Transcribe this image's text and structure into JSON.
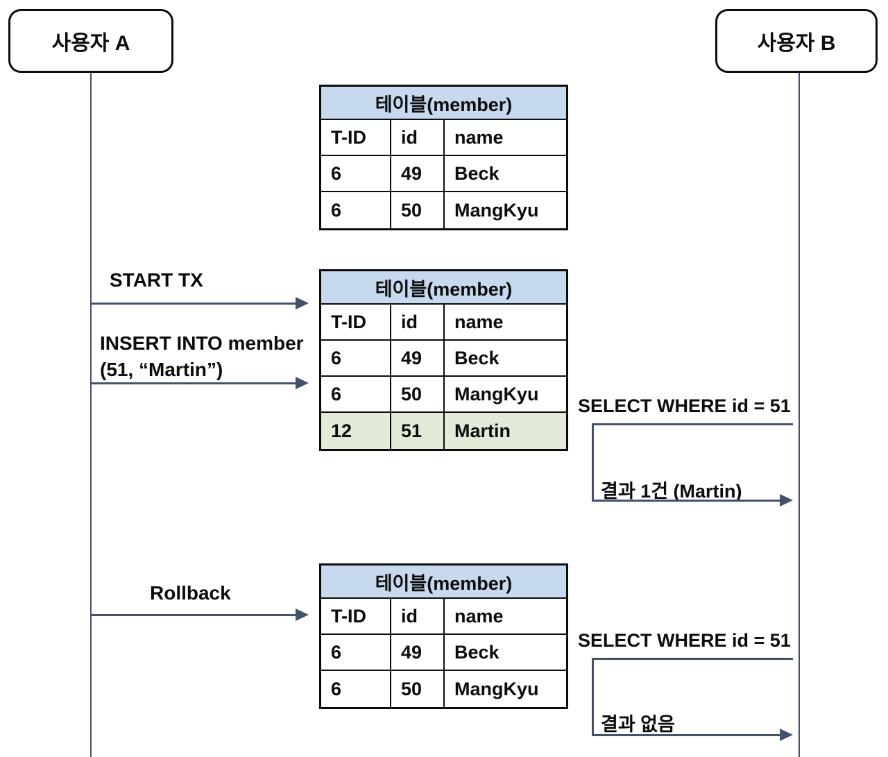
{
  "diagram": {
    "actors": {
      "a": {
        "label": "사용자 A"
      },
      "b": {
        "label": "사용자 B"
      }
    },
    "messages": {
      "start_tx": "START TX",
      "insert_line1": "INSERT INTO member",
      "insert_line2": "(51, “Martin”)",
      "rollback": "Rollback",
      "select1": "SELECT WHERE id = 51",
      "result1": "결과 1건 (Martin)",
      "select2": "SELECT WHERE id = 51",
      "result2": "결과 없음"
    },
    "tables": [
      {
        "title": "테이블(member)",
        "headers": [
          "T-ID",
          "id",
          "name"
        ],
        "rows": [
          [
            "6",
            "49",
            "Beck"
          ],
          [
            "6",
            "50",
            "MangKyu"
          ]
        ]
      },
      {
        "title": "테이블(member)",
        "headers": [
          "T-ID",
          "id",
          "name"
        ],
        "rows": [
          [
            "6",
            "49",
            "Beck"
          ],
          [
            "6",
            "50",
            "MangKyu"
          ],
          [
            "12",
            "51",
            "Martin"
          ]
        ],
        "highlighted_row_index": 2
      },
      {
        "title": "테이블(member)",
        "headers": [
          "T-ID",
          "id",
          "name"
        ],
        "rows": [
          [
            "6",
            "49",
            "Beck"
          ],
          [
            "6",
            "50",
            "MangKyu"
          ]
        ]
      }
    ],
    "colors": {
      "table_header_bg": "#c7d9ee",
      "highlight_row_bg": "#e3ebd8",
      "line": "#44526b",
      "border": "#0c0c0c",
      "background": "#ffffff"
    }
  }
}
